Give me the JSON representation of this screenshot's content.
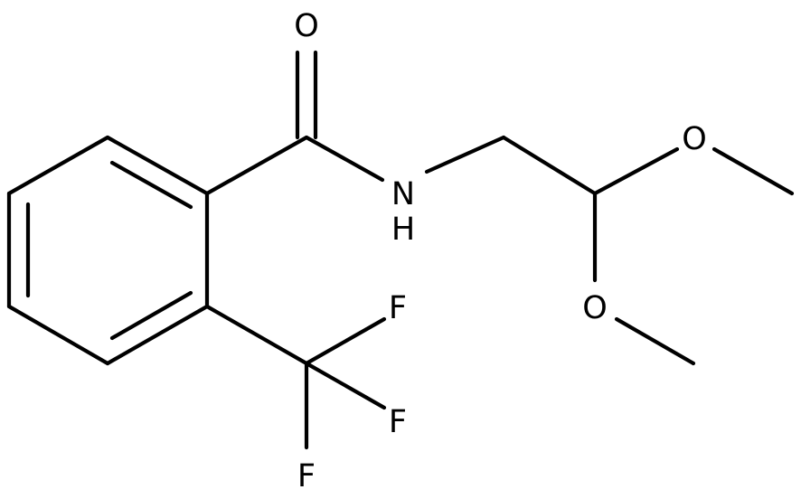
{
  "molecule": {
    "atoms": {
      "carbonyl_oxygen": "O",
      "amide_nitrogen": "N",
      "amide_hydrogen": "H",
      "methoxy_oxygen_upper": "O",
      "methoxy_oxygen_lower": "O",
      "fluorine_upper": "F",
      "fluorine_middle": "F",
      "fluorine_lower": "F"
    }
  }
}
